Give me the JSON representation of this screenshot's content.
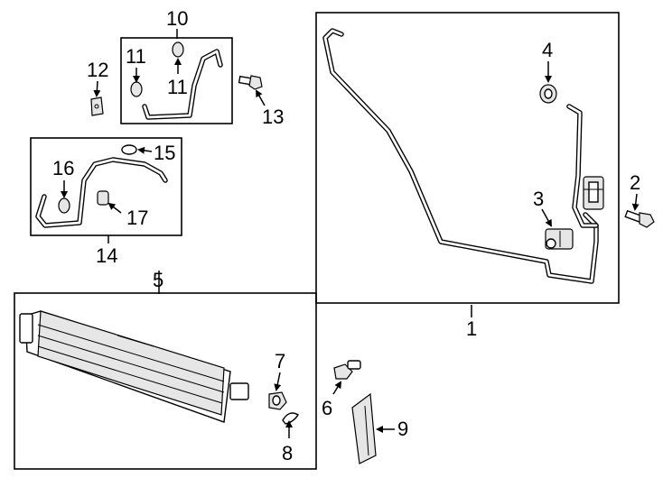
{
  "callouts": {
    "c1": "1",
    "c2": "2",
    "c3": "3",
    "c4": "4",
    "c5": "5",
    "c6": "6",
    "c7": "7",
    "c8": "8",
    "c9": "9",
    "c10": "10",
    "c11a": "11",
    "c11b": "11",
    "c12": "12",
    "c13": "13",
    "c14": "14",
    "c15": "15",
    "c16": "16",
    "c17": "17"
  }
}
